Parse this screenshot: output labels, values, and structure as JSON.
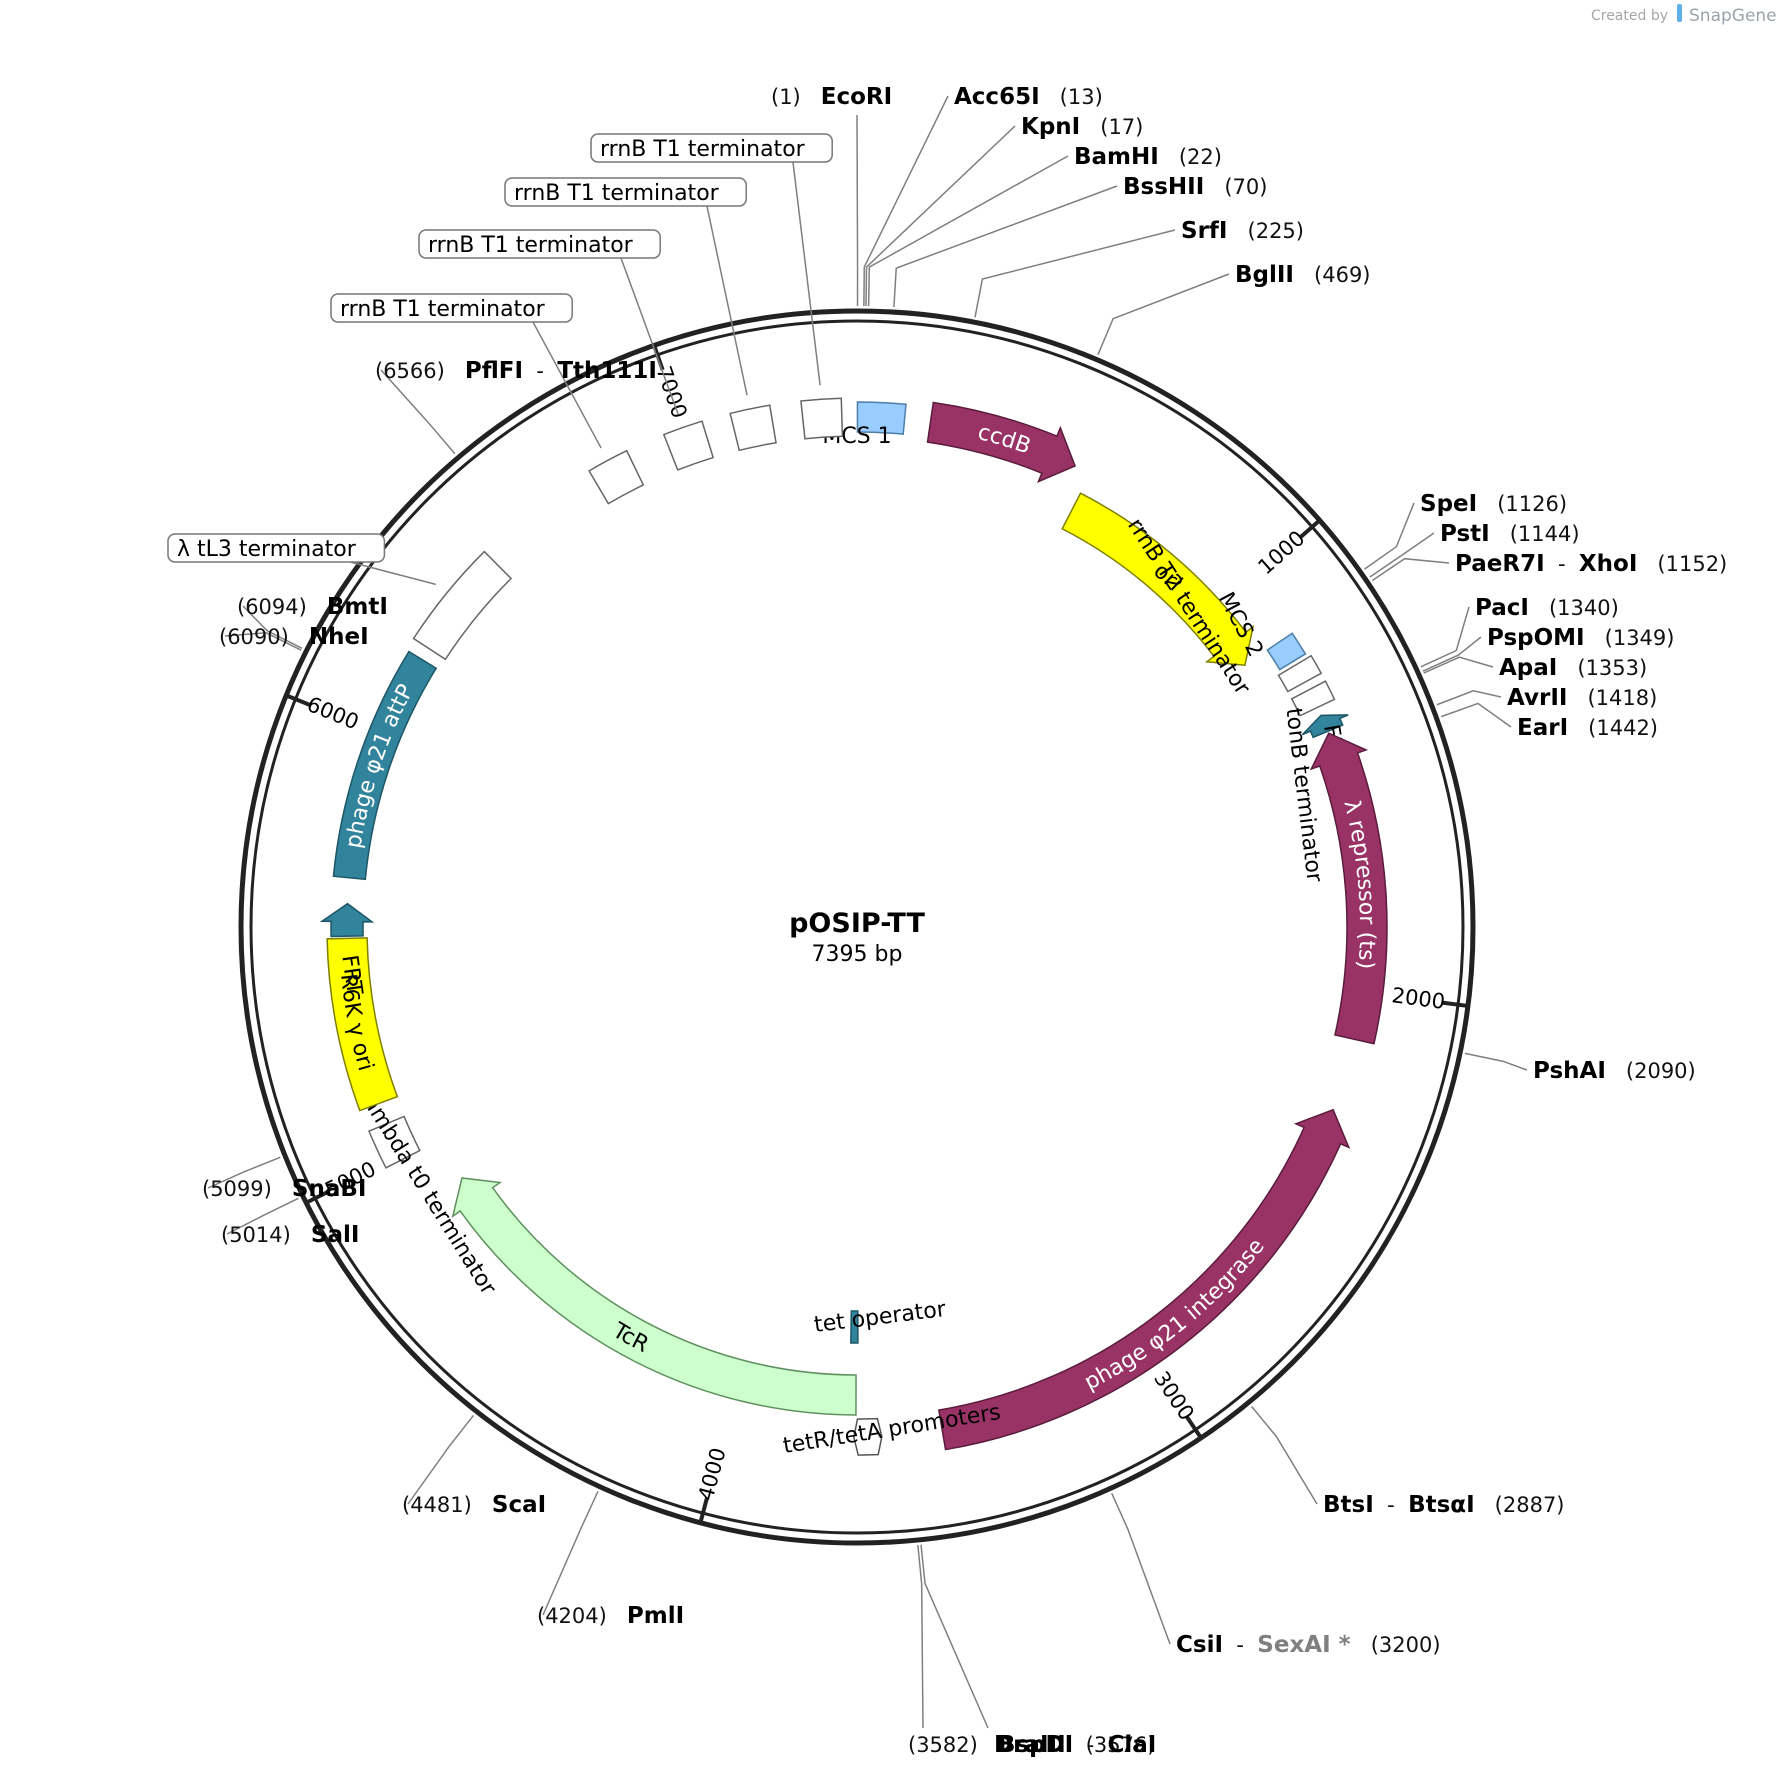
{
  "plasmid": {
    "name": "pOSIP-TT",
    "size_label": "7395 bp",
    "length": 7395
  },
  "watermark": {
    "created_by": "Created by",
    "brand": "SnapGene"
  },
  "colors": {
    "backbone": "#222222",
    "leader": "#7f7f7f",
    "gene": "#993366",
    "ori": "#ffff00",
    "site": "#31849b",
    "tetR": "#ccffcc",
    "mcs": "#99ccff",
    "terminator": "#ffffff"
  },
  "ticks": [
    {
      "pos": 1000,
      "label": "1000"
    },
    {
      "pos": 2000,
      "label": "2000"
    },
    {
      "pos": 3000,
      "label": "3000"
    },
    {
      "pos": 4000,
      "label": "4000"
    },
    {
      "pos": 5000,
      "label": "5000"
    },
    {
      "pos": 6000,
      "label": "6000"
    },
    {
      "pos": 7000,
      "label": "7000"
    }
  ],
  "features": [
    {
      "name": "MCS 1",
      "type": "mcs",
      "start": 1,
      "end": 110,
      "dir": 0,
      "track": 0,
      "label_mode": "outside-flat"
    },
    {
      "name": "ccdB",
      "type": "gene",
      "start": 170,
      "end": 520,
      "dir": 1,
      "track": 0,
      "label_mode": "inside"
    },
    {
      "name": "ori",
      "type": "ori",
      "start": 560,
      "end": 1150,
      "dir": 1,
      "track": 1,
      "label_mode": "inside"
    },
    {
      "name": "MCS 2",
      "type": "mcs",
      "start": 1150,
      "end": 1205,
      "dir": 0,
      "track": 0,
      "label_mode": "radial"
    },
    {
      "name": "rrnB T2 terminator",
      "type": "terminator",
      "start": 1215,
      "end": 1260,
      "dir": 0,
      "track": 0,
      "label_mode": "radial"
    },
    {
      "name": "tonB terminator",
      "type": "terminator",
      "start": 1280,
      "end": 1325,
      "dir": 0,
      "track": 0,
      "label_mode": "radial"
    },
    {
      "name": "FRT (minimal)",
      "type": "site",
      "start": 1345,
      "end": 1385,
      "dir": -1,
      "track": 0,
      "label_mode": "radial"
    },
    {
      "name": "λ repressor (ts)",
      "type": "gene",
      "start": 1390,
      "end": 2110,
      "dir": -1,
      "track": 0,
      "label_mode": "inside"
    },
    {
      "name": "phage φ21 integrase",
      "type": "gene",
      "start": 2280,
      "end": 3500,
      "dir": -1,
      "track": 0,
      "label_mode": "inside"
    },
    {
      "name": "tet operator",
      "type": "site",
      "start": 3695,
      "end": 3715,
      "dir": 0,
      "track": 2,
      "label_mode": "flat"
    },
    {
      "name": "tetR/tetA promoters",
      "type": "promoter",
      "start": 3655,
      "end": 3690,
      "dir": 0,
      "track": 0,
      "label_mode": "flat"
    },
    {
      "name": "TcR",
      "type": "tetR",
      "start": 3700,
      "end": 4880,
      "dir": 1,
      "track": 1,
      "label_mode": "inside"
    },
    {
      "name": "lambda t0 terminator",
      "type": "terminator",
      "start": 4990,
      "end": 5080,
      "dir": 0,
      "track": 0,
      "label_mode": "radial"
    },
    {
      "name": "R6K γ ori",
      "type": "ori",
      "start": 5130,
      "end": 5520,
      "dir": 0,
      "track": 0,
      "label_mode": "inside"
    },
    {
      "name": "FRT",
      "type": "site",
      "start": 5525,
      "end": 5600,
      "dir": 1,
      "track": 0,
      "label_mode": "radial"
    },
    {
      "name": "phage φ21 attP",
      "type": "site",
      "start": 5660,
      "end": 6195,
      "dir": 0,
      "track": 0,
      "label_mode": "inside"
    },
    {
      "name": "λ tL3 terminator",
      "type": "terminator",
      "start": 6225,
      "end": 6475,
      "dir": 0,
      "track": 0,
      "label_mode": "box"
    },
    {
      "name": "rrnB T1 terminator",
      "type": "terminator",
      "start": 6770,
      "end": 6865,
      "dir": 0,
      "track": 0,
      "label_mode": "box"
    },
    {
      "name": "rrnB T1 terminator",
      "type": "terminator",
      "start": 6955,
      "end": 7045,
      "dir": 0,
      "track": 0,
      "label_mode": "box"
    },
    {
      "name": "rrnB T1 terminator",
      "type": "terminator",
      "start": 7110,
      "end": 7200,
      "dir": 0,
      "track": 0,
      "label_mode": "box"
    },
    {
      "name": "rrnB T1 terminator",
      "type": "terminator",
      "start": 7270,
      "end": 7360,
      "dir": 0,
      "track": 0,
      "label_mode": "box"
    }
  ],
  "sites": [
    {
      "name": "EcoRI",
      "pos_label": "(1)",
      "pos": 1,
      "side": "left-pos"
    },
    {
      "name": "Acc65I",
      "pos_label": "(13)",
      "pos": 13,
      "side": "right"
    },
    {
      "name": "KpnI",
      "pos_label": "(17)",
      "pos": 17,
      "side": "right"
    },
    {
      "name": "BamHI",
      "pos_label": "(22)",
      "pos": 22,
      "side": "right"
    },
    {
      "name": "BssHII",
      "pos_label": "(70)",
      "pos": 70,
      "side": "right"
    },
    {
      "name": "SrfI",
      "pos_label": "(225)",
      "pos": 225,
      "side": "right"
    },
    {
      "name": "BglII",
      "pos_label": "(469)",
      "pos": 469,
      "side": "right"
    },
    {
      "name": "SpeI",
      "pos_label": "(1126)",
      "pos": 1126,
      "side": "right"
    },
    {
      "name": "PstI",
      "pos_label": "(1144)",
      "pos": 1144,
      "side": "right"
    },
    {
      "name": "PaeR7I",
      "name2": "XhoI",
      "pos_label": "(1152)",
      "pos": 1152,
      "side": "right"
    },
    {
      "name": "PacI",
      "pos_label": "(1340)",
      "pos": 1340,
      "side": "right"
    },
    {
      "name": "PspOMI",
      "pos_label": "(1349)",
      "pos": 1349,
      "side": "right"
    },
    {
      "name": "ApaI",
      "pos_label": "(1353)",
      "pos": 1353,
      "side": "right"
    },
    {
      "name": "AvrII",
      "pos_label": "(1418)",
      "pos": 1418,
      "side": "right"
    },
    {
      "name": "EarI",
      "pos_label": "(1442)",
      "pos": 1442,
      "side": "right"
    },
    {
      "name": "PshAI",
      "pos_label": "(2090)",
      "pos": 2090,
      "side": "right"
    },
    {
      "name": "BtsI",
      "name2": "BtsαI",
      "pos_label": "(2887)",
      "pos": 2887,
      "side": "right"
    },
    {
      "name": "CsiI",
      "name2": "SexAI *",
      "name2_style": "nonunique",
      "pos_label": "(3200)",
      "pos": 3200,
      "side": "right"
    },
    {
      "name": "DraIII",
      "pos_label": "(3576)",
      "pos": 3576,
      "side": "right"
    },
    {
      "name": "BspDI",
      "name2": "ClaI",
      "pos_label": "(3582)",
      "pos": 3582,
      "side": "left-pos"
    },
    {
      "name": "PmlI",
      "pos_label": "(4204)",
      "pos": 4204,
      "side": "left-pos"
    },
    {
      "name": "ScaI",
      "pos_label": "(4481)",
      "pos": 4481,
      "side": "left-pos"
    },
    {
      "name": "SalI",
      "pos_label": "(5014)",
      "pos": 5014,
      "side": "left-pos"
    },
    {
      "name": "SnaBI",
      "pos_label": "(5099)",
      "pos": 5099,
      "side": "left-pos"
    },
    {
      "name": "NheI",
      "pos_label": "(6090)",
      "pos": 6090,
      "side": "left-pos"
    },
    {
      "name": "BmtI",
      "pos_label": "(6094)",
      "pos": 6094,
      "side": "left-pos"
    },
    {
      "name": "PflFI",
      "name2": "Tth111I",
      "pos_label": "(6566)",
      "pos": 6566,
      "side": "left-pos"
    }
  ]
}
